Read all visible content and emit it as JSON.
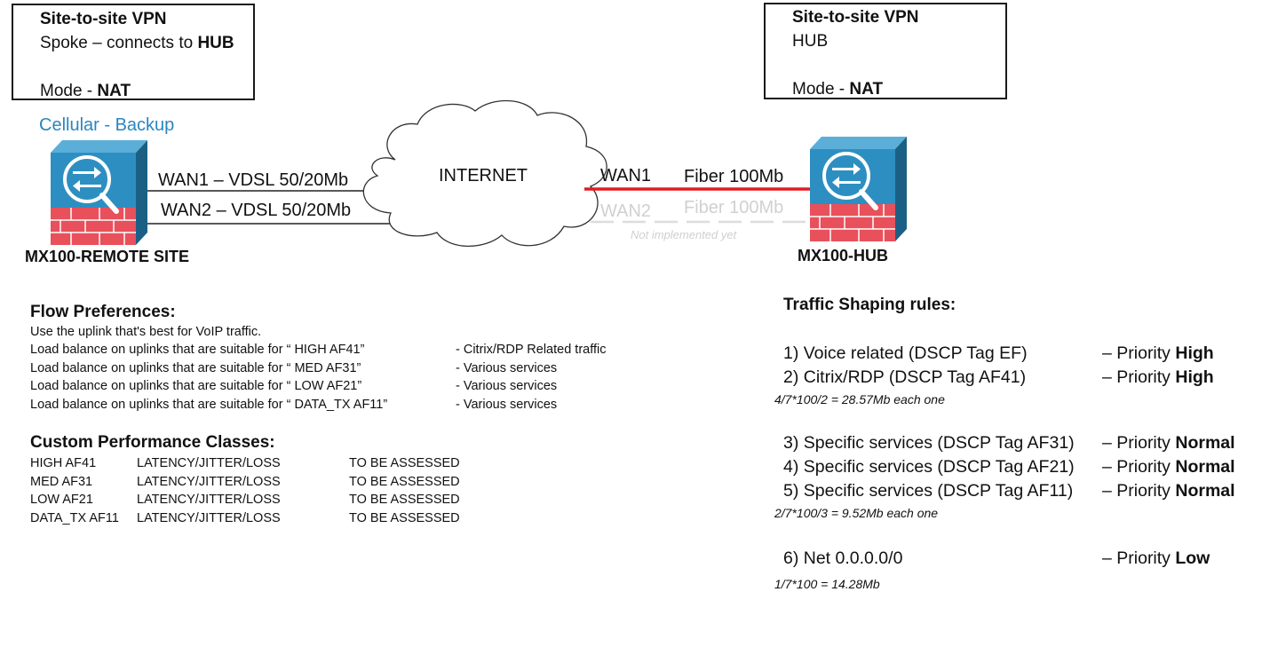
{
  "spoke_box": {
    "title": "Site-to-site VPN",
    "line1_prefix": "Spoke – connects to ",
    "line1_bold": "HUB",
    "mode_prefix": "Mode - ",
    "mode_bold": "NAT"
  },
  "hub_box": {
    "title": "Site-to-site VPN",
    "line1": "HUB",
    "mode_prefix": "Mode - ",
    "mode_bold": "NAT"
  },
  "cellular_label": "Cellular - Backup",
  "remote_links": {
    "wan1": "WAN1 – VDSL 50/20Mb",
    "wan2": "WAN2 – VDSL 50/20Mb"
  },
  "internet_label": "INTERNET",
  "hub_links": {
    "wan1": "WAN1",
    "wan1_type": "Fiber 100Mb",
    "wan2": "WAN2",
    "wan2_type": "Fiber 100Mb",
    "wan2_note": "Not implemented yet"
  },
  "devices": {
    "remote_name": "MX100-REMOTE SITE",
    "hub_name": "MX100-HUB"
  },
  "colors": {
    "device_blue": "#2d8fc1",
    "device_dark": "#1c5f85",
    "firewall_red": "#e8505b",
    "link_red": "#e31b23",
    "cellular_blue": "#2a86c0"
  },
  "flow": {
    "heading": "Flow Preferences:",
    "intro": "Use the uplink that's best for VoIP traffic.",
    "rows": [
      {
        "rule": "Load balance on uplinks that are suitable for “ HIGH AF41”",
        "desc": "- Citrix/RDP Related traffic"
      },
      {
        "rule": "Load balance on uplinks that are suitable for “ MED AF31”",
        "desc": "- Various services"
      },
      {
        "rule": "Load balance on uplinks that are suitable for “ LOW AF21”",
        "desc": "- Various services"
      },
      {
        "rule": "Load balance on uplinks that are suitable for “ DATA_TX AF11”",
        "desc": "- Various services"
      }
    ]
  },
  "classes": {
    "heading": "Custom Performance Classes:",
    "rows": [
      {
        "name": "HIGH AF41",
        "metrics": "LATENCY/JITTER/LOSS",
        "status": "TO BE ASSESSED"
      },
      {
        "name": "MED AF31",
        "metrics": "LATENCY/JITTER/LOSS",
        "status": "TO BE ASSESSED"
      },
      {
        "name": "LOW AF21",
        "metrics": "LATENCY/JITTER/LOSS",
        "status": "TO BE ASSESSED"
      },
      {
        "name": "DATA_TX AF11",
        "metrics": "LATENCY/JITTER/LOSS",
        "status": "TO BE ASSESSED"
      }
    ]
  },
  "shaping": {
    "heading": "Traffic Shaping rules:",
    "rules": [
      {
        "text": "1) Voice related (DSCP Tag EF)",
        "priority_prefix": "– Priority ",
        "priority": "High"
      },
      {
        "text": "2) Citrix/RDP (DSCP Tag AF41)",
        "priority_prefix": "– Priority ",
        "priority": "High"
      },
      {
        "text": "3) Specific services (DSCP Tag AF31)",
        "priority_prefix": "– Priority ",
        "priority": "Normal"
      },
      {
        "text": "4) Specific services (DSCP Tag AF21)",
        "priority_prefix": "– Priority ",
        "priority": "Normal"
      },
      {
        "text": "5) Specific services (DSCP Tag AF11)",
        "priority_prefix": "– Priority ",
        "priority": "Normal"
      },
      {
        "text": "6) Net 0.0.0.0/0",
        "priority_prefix": "– Priority ",
        "priority": "Low"
      }
    ],
    "calc_high": "4/7*100/2 = 28.57Mb each one",
    "calc_normal": "2/7*100/3 = 9.52Mb each one",
    "calc_low": "1/7*100 = 14.28Mb"
  }
}
